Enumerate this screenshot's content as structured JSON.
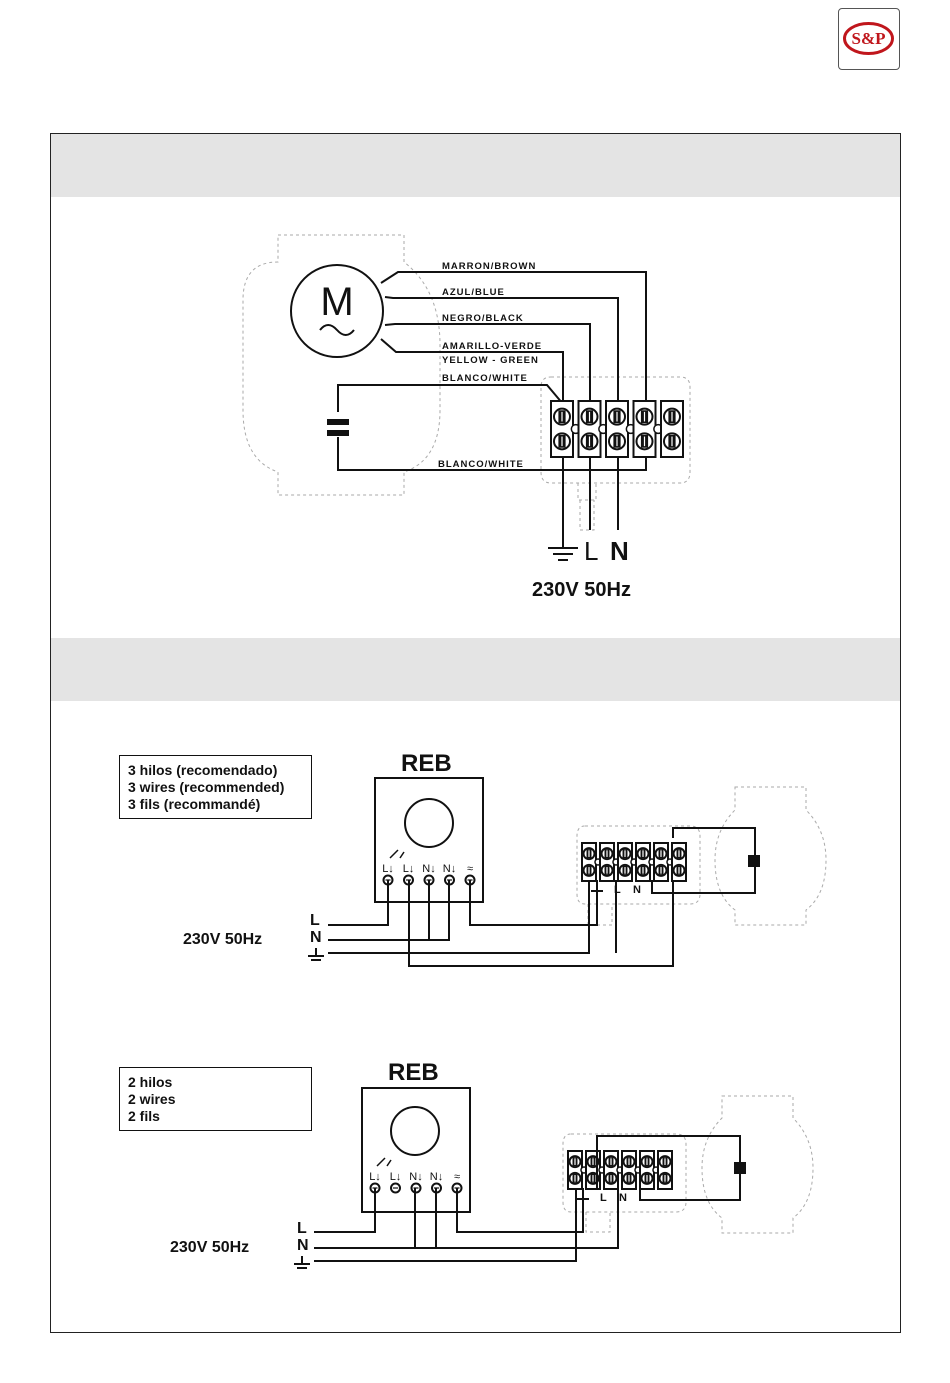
{
  "logo": {
    "text": "S&P"
  },
  "diagram1": {
    "motor_symbol": "M",
    "wires": {
      "brown": "MARRON/BROWN",
      "blue": "AZUL/BLUE",
      "black": "NEGRO/BLACK",
      "yellow_green_es": "AMARILLO-VERDE",
      "yellow_green_en": "YELLOW - GREEN",
      "white_top": "BLANCO/WHITE",
      "white_bottom": "BLANCO/WHITE"
    },
    "terminal_L": "L",
    "terminal_N": "N",
    "supply": "230V 50Hz"
  },
  "diagram2": {
    "title": "REB",
    "box_lines": [
      "3 hilos (recomendado)",
      "3 wires (recommended)",
      "3 fils (recommandé)"
    ],
    "supply": "230V 50Hz",
    "line_L": "L",
    "line_N": "N",
    "term_L": "L",
    "term_N": "N"
  },
  "diagram3": {
    "title": "REB",
    "box_lines": [
      "2 hilos",
      "2 wires",
      "2 fils"
    ],
    "supply": "230V 50Hz",
    "line_L": "L",
    "line_N": "N",
    "term_L": "L",
    "term_N": "N"
  }
}
